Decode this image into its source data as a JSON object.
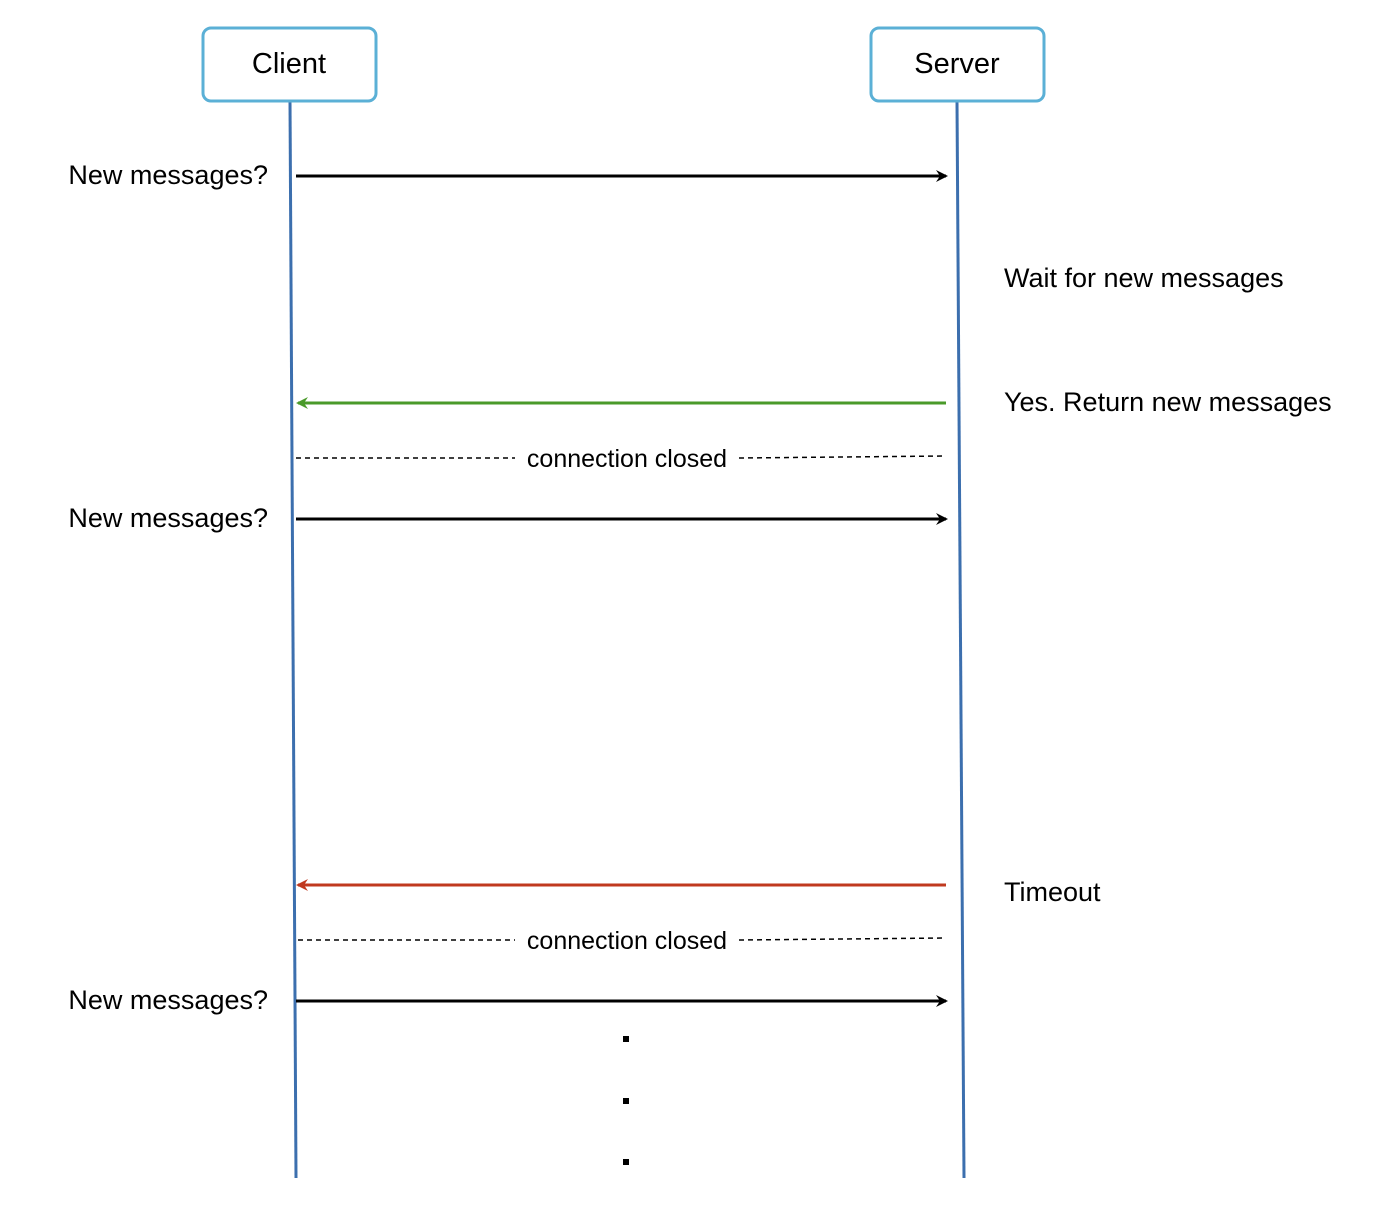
{
  "participants": {
    "client": "Client",
    "server": "Server"
  },
  "messages": {
    "request_1": "New messages?",
    "wait_note": "Wait for new messages",
    "response_success": "Yes. Return new messages",
    "closed_1": "connection closed",
    "request_2": "New messages?",
    "response_timeout": "Timeout",
    "closed_2": "connection closed",
    "request_3": "New messages?"
  },
  "colors": {
    "participant_border": "#5bb0d6",
    "lifeline": "#3c6fae",
    "request_arrow": "#000000",
    "success_arrow": "#4a9a2a",
    "timeout_arrow": "#c0391f"
  },
  "continuation": "..."
}
